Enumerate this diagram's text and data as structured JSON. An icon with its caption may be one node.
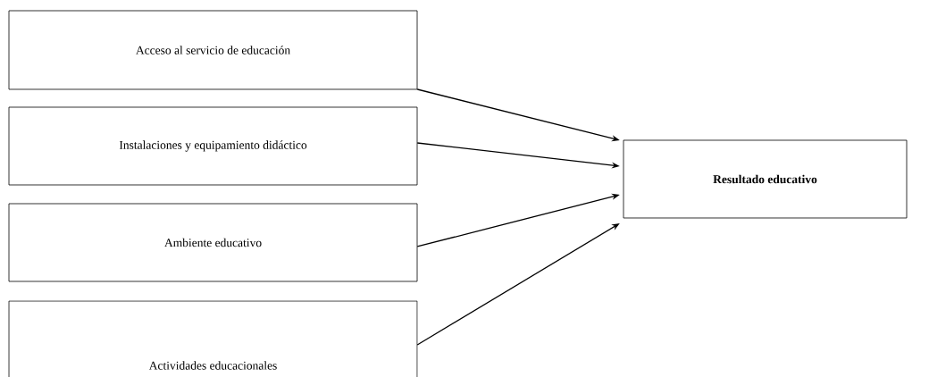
{
  "diagram": {
    "nodes": [
      {
        "text": [
          "Acceso al servicio de educación"
        ]
      },
      {
        "text": [
          "Instalaciones y equipamiento didáctico"
        ]
      },
      {
        "text": [
          "Ambiente educativo"
        ]
      },
      {
        "text": [
          "Actividades educacionales"
        ]
      },
      {
        "text": [
          "Resultado educativo"
        ]
      }
    ],
    "edges": [
      {
        "from": 0,
        "to": 4,
        "arrow": "to"
      },
      {
        "from": 1,
        "to": 4,
        "arrow": "to"
      },
      {
        "from": 2,
        "to": 4,
        "arrow": "to"
      },
      {
        "from": 3,
        "to": 4,
        "arrow": "to"
      }
    ]
  }
}
